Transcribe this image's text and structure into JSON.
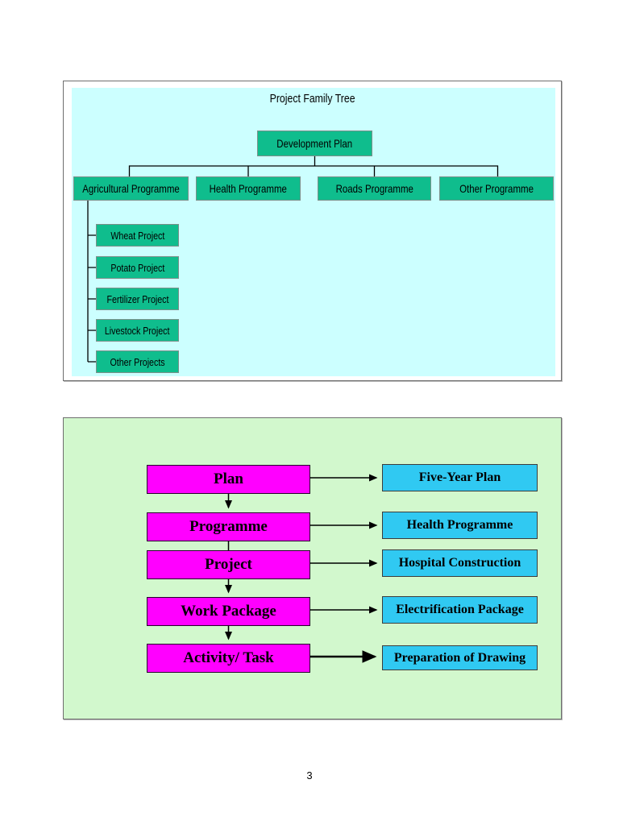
{
  "page": {
    "number": "3"
  },
  "figure1": {
    "title": "Project Family Tree",
    "root": "Development Plan",
    "programmes": [
      "Agricultural Programme",
      "Health Programme",
      "Roads Programme",
      "Other Programme"
    ],
    "projects": [
      "Wheat Project",
      "Potato Project",
      "Fertilizer Project",
      "Livestock Project",
      "Other Projects"
    ],
    "colors": {
      "panel_bg": "#ccffff",
      "box_fill": "#0fbd8d",
      "box_border": "#7d8f8a",
      "line": "#000000"
    }
  },
  "figure2": {
    "rows": [
      {
        "level": "Plan",
        "example": "Five-Year Plan"
      },
      {
        "level": "Programme",
        "example": "Health Programme"
      },
      {
        "level": "Project",
        "example": "Hospital Construction"
      },
      {
        "level": "Work Package",
        "example": "Electrification Package"
      },
      {
        "level": "Activity/ Task",
        "example": "Preparation of Drawing"
      }
    ],
    "colors": {
      "panel_bg": "#d2f8cd",
      "level_fill": "#ff00ff",
      "example_fill": "#30c9f2",
      "arrow": "#000000"
    }
  }
}
